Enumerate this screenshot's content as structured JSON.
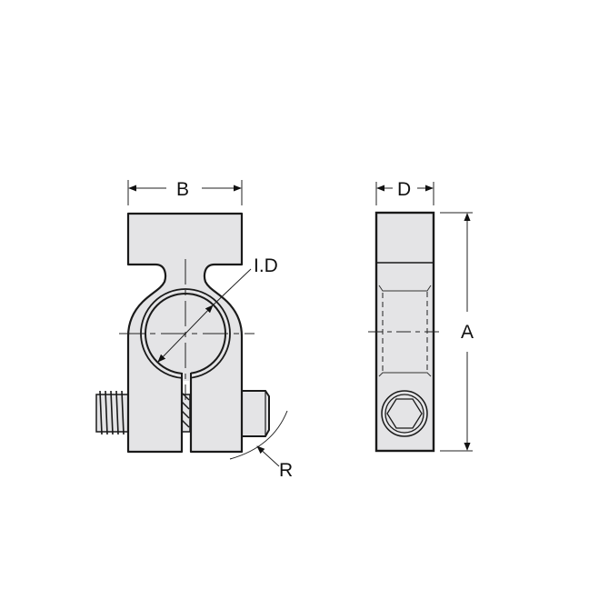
{
  "drawing": {
    "type": "technical drawing",
    "subject": "shaft clamp collar with threaded clamp screw",
    "views": [
      "front view",
      "side view"
    ],
    "colors": {
      "part_fill": "#e4e4e6",
      "outline": "#1a1a1a",
      "dimension_line": "#222222",
      "background": "#ffffff"
    }
  },
  "labels": {
    "width": "B",
    "bore": "I.D",
    "radius": "R",
    "thickness": "D",
    "height": "A"
  }
}
